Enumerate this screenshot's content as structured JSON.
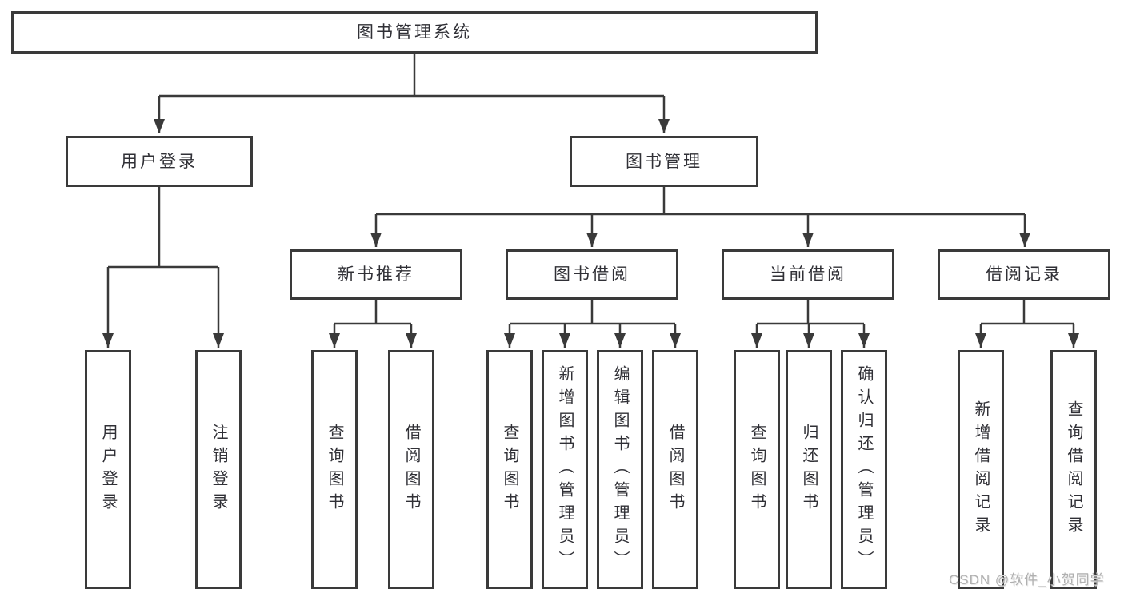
{
  "diagram": {
    "type": "tree",
    "title": "图书管理系统",
    "root": {
      "label": "图书管理系统",
      "children": [
        {
          "label": "用户登录",
          "children": [
            {
              "label": "用户登录"
            },
            {
              "label": "注销登录"
            }
          ]
        },
        {
          "label": "图书管理",
          "children": [
            {
              "label": "新书推荐",
              "children": [
                {
                  "label": "查询图书"
                },
                {
                  "label": "借阅图书"
                }
              ]
            },
            {
              "label": "图书借阅",
              "children": [
                {
                  "label": "查询图书"
                },
                {
                  "label": "新增图书（管理员）"
                },
                {
                  "label": "编辑图书（管理员）"
                },
                {
                  "label": "借阅图书"
                }
              ]
            },
            {
              "label": "当前借阅",
              "children": [
                {
                  "label": "查询图书"
                },
                {
                  "label": "归还图书"
                },
                {
                  "label": "确认归还（管理员）"
                }
              ]
            },
            {
              "label": "借阅记录",
              "children": [
                {
                  "label": "新增借阅记录"
                },
                {
                  "label": "查询借阅记录"
                }
              ]
            }
          ]
        }
      ]
    }
  },
  "watermark": {
    "text": "CSDN @软件_小贺同学"
  },
  "colors": {
    "line": "#3a3a3a",
    "box_border": "#3a3a3a",
    "text": "#303036",
    "background": "#ffffff",
    "watermark": "#b0b0b0"
  }
}
